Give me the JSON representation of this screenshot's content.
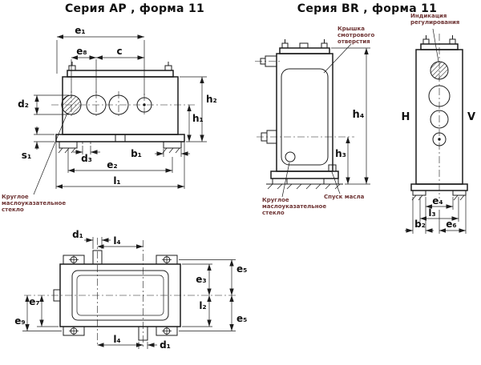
{
  "titles": {
    "ap": "Серия АР , форма 11",
    "br": "Серия BR , форма 11"
  },
  "annotations": {
    "ap_oil_glass": "Круглое\nмаслоуказательное\nстекло",
    "br_inspection_cover": "Крышка\nсмотрового\nотверстия",
    "br_adjustment": "Индикация\nрегулирования",
    "br_oil_glass": "Круглое\nмаслоуказательное\nстекло",
    "br_oil_drain": "Спуск масла"
  },
  "dimensions": {
    "ap_front": {
      "e1": "e₁",
      "e8": "e₈",
      "c": "c",
      "d2": "d₂",
      "h2": "h₂",
      "h1": "h₁",
      "s1": "s₁",
      "d3": "d₃",
      "b1": "b₁",
      "e2": "e₂",
      "l1": "l₁"
    },
    "br_side": {
      "h4": "h₄",
      "h3": "h₃"
    },
    "br_end": {
      "H": "H",
      "V": "V",
      "e4": "e₄",
      "l3": "l₃",
      "b2": "b₂",
      "e6": "e₆"
    },
    "top_view": {
      "d1_top": "d₁",
      "l4_top": "l₄",
      "e5_top": "e₅",
      "e3": "e₃",
      "l2": "l₂",
      "e5_bottom": "e₅",
      "e7": "e₇",
      "e9": "e₉",
      "l4_bottom": "l₄",
      "d1_bottom": "d₁"
    }
  },
  "colors": {
    "line": "#1c1c1c",
    "annotation_text": "#6e3434",
    "background": "#ffffff"
  }
}
